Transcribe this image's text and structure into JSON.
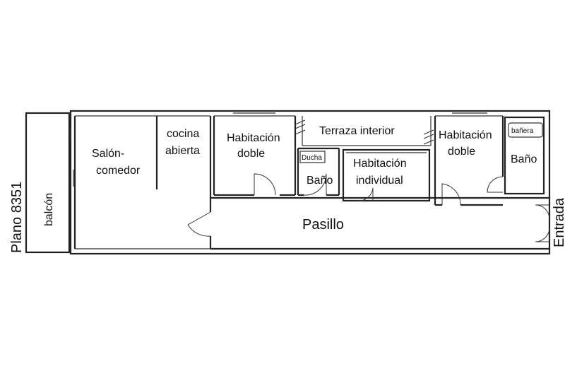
{
  "plan_id": "Plano 8351",
  "rooms": {
    "balcon": "balcón",
    "salon_1": "Salón-",
    "salon_2": "comedor",
    "cocina_1": "cocina",
    "cocina_2": "abierta",
    "hab_doble_left_1": "Habitación",
    "hab_doble_left_2": "doble",
    "terraza": "Terraza interior",
    "ducha": "Ducha",
    "bano_center": "Baño",
    "hab_individual_1": "Habitación",
    "hab_individual_2": "individual",
    "hab_doble_right_1": "Habitación",
    "hab_doble_right_2": "doble",
    "banera": "bañera",
    "bano_right": "Baño",
    "pasillo": "Pasillo"
  },
  "entrance": "Entrada"
}
